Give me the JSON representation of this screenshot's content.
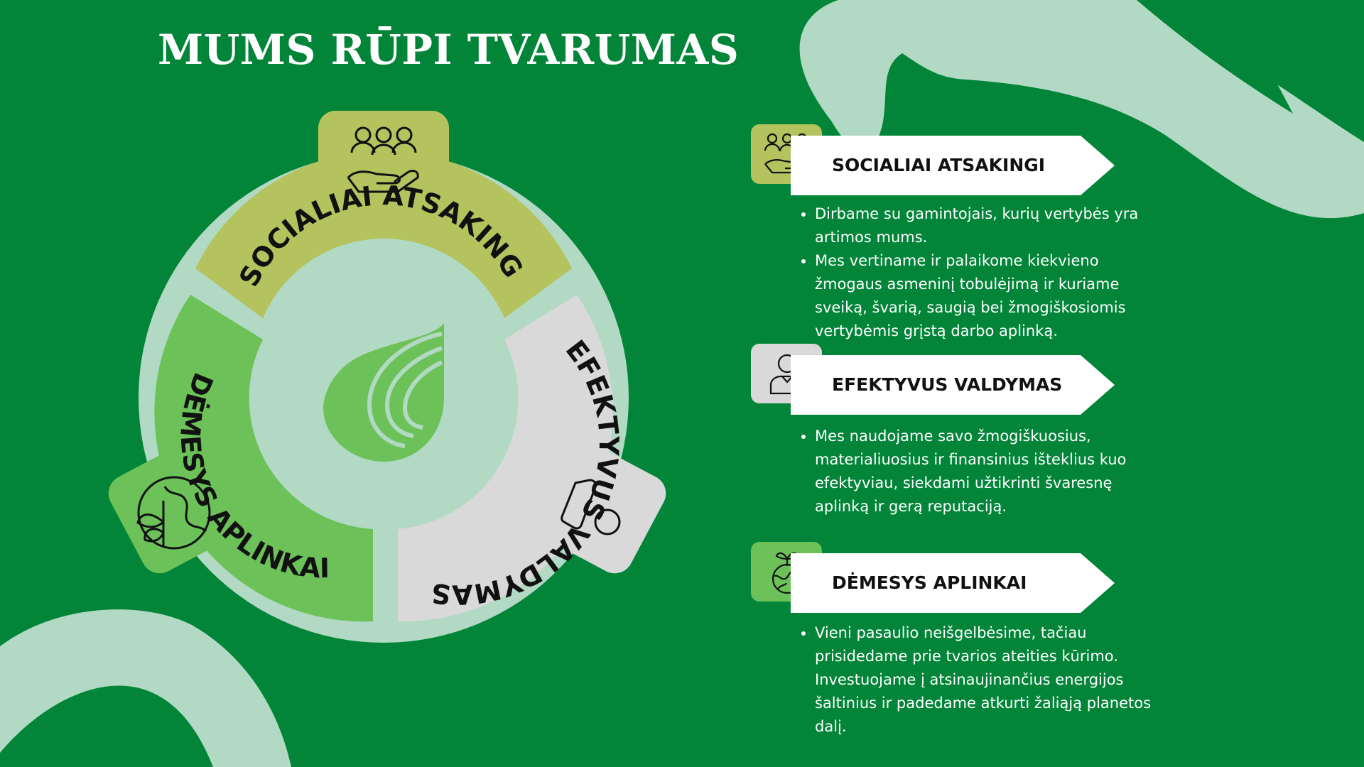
{
  "title": "MUMS RŪPI TVARUMAS",
  "colors": {
    "background": "#028538",
    "swoosh": "#b2d9c4",
    "social": "#b4c35e",
    "governance": "#d9d9d9",
    "environment": "#6cc258",
    "text_dark": "#111111",
    "text_light": "#ffffff"
  },
  "diagram": {
    "center_icon": "leaf-logo-icon",
    "segments": [
      {
        "label": "SOCIALIAI ATSAKINGI",
        "icon": "people-hand-icon"
      },
      {
        "label": "EFEKTYVUS VALDYMAS",
        "icon": "management-shapes-icon"
      },
      {
        "label": "DĖMESYS APLINKAI",
        "icon": "globe-sprout-icon"
      }
    ]
  },
  "sections": [
    {
      "heading": "SOCIALIAI ATSAKINGI",
      "icon": "people-hand-icon",
      "bullets": [
        "Dirbame su gamintojais, kurių vertybės yra artimos mums.",
        "Mes vertiname ir palaikome kiekvieno žmogaus asmeninį tobulėjimą ir kuriame sveiką, švarią, saugią bei žmogiškosiomis vertybėmis grįstą darbo aplinką."
      ]
    },
    {
      "heading": "EFEKTYVUS VALDYMAS",
      "icon": "person-icon",
      "bullets": [
        " Mes naudojame savo žmogiškuosius, materialiuosius ir finansinius išteklius kuo efektyviau, siekdami užtikrinti švaresnę aplinką ir gerą reputaciją."
      ]
    },
    {
      "heading": "DĖMESYS APLINKAI",
      "icon": "globe-sprout-icon",
      "bullets": [
        "Vieni pasaulio neišgelbėsime, tačiau prisidedame prie tvarios ateities kūrimo. Investuojame į atsinaujinančius energijos šaltinius ir padedame atkurti žaliąją planetos dalį."
      ]
    }
  ]
}
